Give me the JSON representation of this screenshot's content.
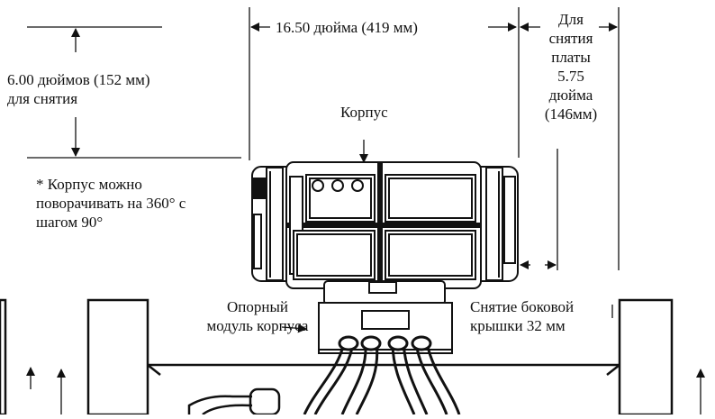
{
  "labels": {
    "width_dimension": "16.50 дюйма (419 мм)",
    "board_removal": [
      "Для",
      "снятия",
      "платы",
      "5.75",
      "дюйма",
      "(146мм)"
    ],
    "height_dimension": [
      "6.00 дюймов (152 мм)",
      "для снятия"
    ],
    "housing": "Корпус",
    "rotation_note": [
      "* Корпус можно",
      "поворачивать на 360° с",
      "шагом 90°"
    ],
    "support_module": [
      "Опорный",
      "модуль корпуса"
    ],
    "side_cover": [
      "Снятие боковой",
      "крышки 32 мм"
    ]
  }
}
